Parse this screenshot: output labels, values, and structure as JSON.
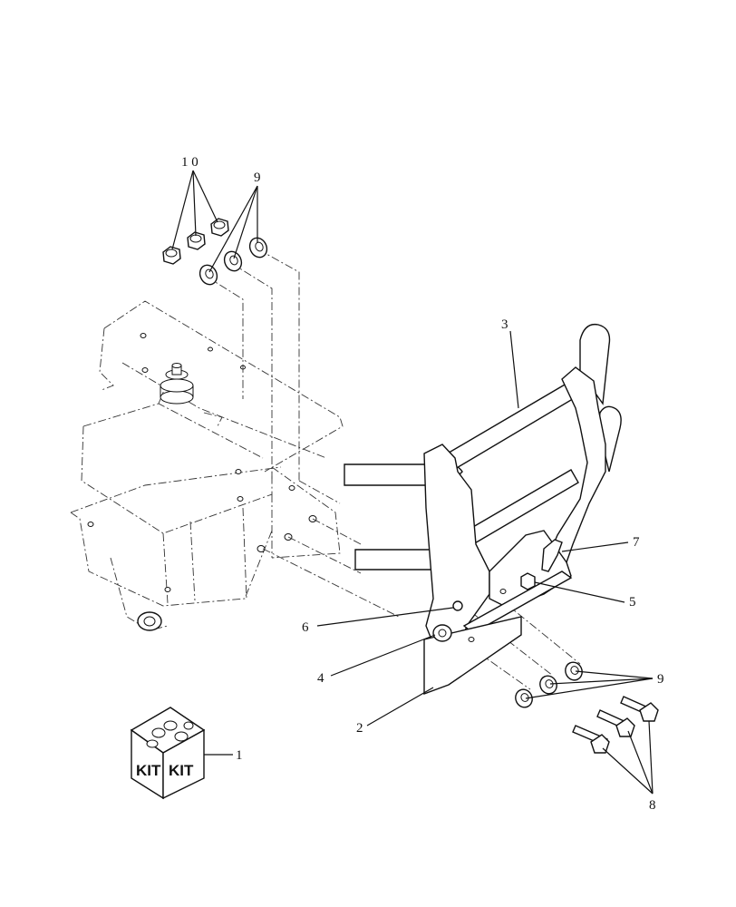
{
  "callouts": [
    {
      "id": "1",
      "text": "1"
    },
    {
      "id": "2",
      "text": "2"
    },
    {
      "id": "3",
      "text": "3"
    },
    {
      "id": "4",
      "text": "4"
    },
    {
      "id": "5",
      "text": "5"
    },
    {
      "id": "6",
      "text": "6"
    },
    {
      "id": "7",
      "text": "7"
    },
    {
      "id": "8",
      "text": "8"
    },
    {
      "id": "9a",
      "text": "9"
    },
    {
      "id": "9b",
      "text": "9"
    },
    {
      "id": "10",
      "text": "1 0"
    }
  ],
  "kit": {
    "label_left": "KIT",
    "label_right": "KIT"
  }
}
